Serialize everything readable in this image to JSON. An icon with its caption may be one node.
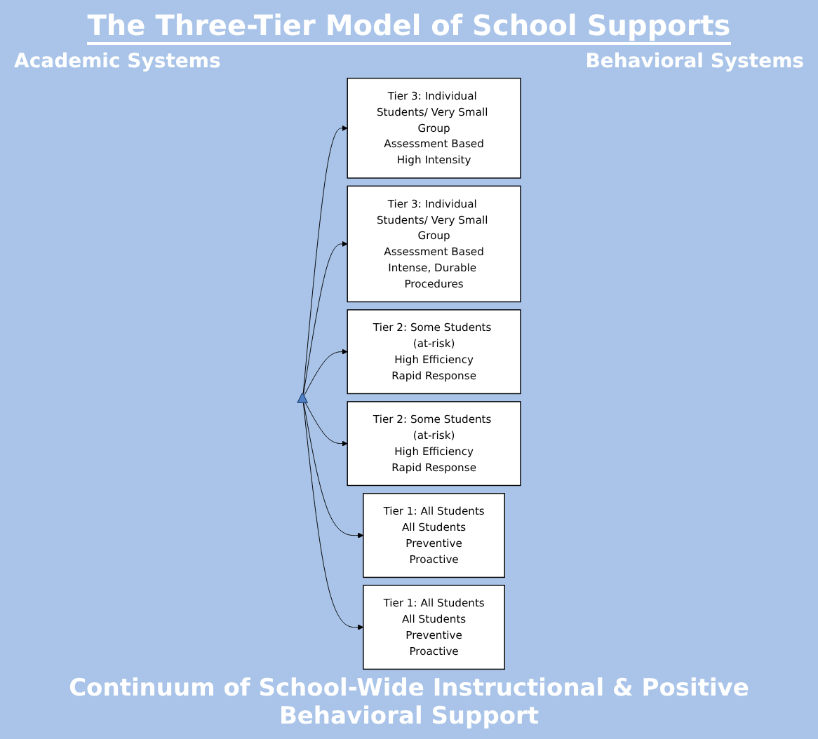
{
  "diagram": {
    "title": "The Three-Tier Model of School Supports",
    "caption": "Continuum of School-Wide Instructional & Positive Behavioral Support",
    "nodes": [
      {
        "text": [
          "Tier 3: Individual Students/ Very Small Group",
          "Assessment Based",
          "High Intensity"
        ]
      },
      {
        "text": [],
        "shape": "triangle"
      },
      {
        "text": [
          "Tier 3: Individual Students/ Very Small Group",
          "Assessment Based",
          "Intense, Durable Procedures"
        ]
      },
      {
        "text": [
          "Tier 2: Some Students (at-risk)",
          "High Efficiency",
          "Rapid Response"
        ]
      },
      {
        "text": [
          "Tier 2: Some Students (at-risk)",
          "High Efficiency",
          "Rapid Response"
        ]
      },
      {
        "text": [
          "Tier 1: All Students",
          "All Students",
          "Preventive",
          "Proactive"
        ]
      },
      {
        "text": [
          "Tier 1: All Students",
          "All Students",
          "Preventive",
          "Proactive"
        ]
      }
    ],
    "edges": [
      {
        "from": 1,
        "to": 0,
        "arrow": "to"
      },
      {
        "from": 1,
        "to": 2,
        "arrow": "to"
      },
      {
        "from": 1,
        "to": 3,
        "arrow": "to"
      },
      {
        "from": 1,
        "to": 4,
        "arrow": "to"
      },
      {
        "from": 1,
        "to": 5,
        "arrow": "to"
      },
      {
        "from": 1,
        "to": 6,
        "arrow": "to"
      }
    ],
    "labels": [
      "Academic Systems",
      "Behavioral Systems"
    ]
  }
}
